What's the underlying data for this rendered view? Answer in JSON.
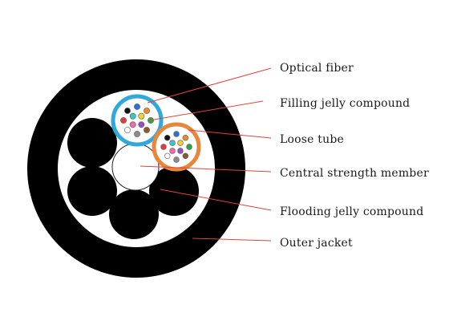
{
  "labels": {
    "optical_fiber": "Optical fiber",
    "filling_jelly": "Filling jelly compound",
    "loose_tube": "Loose tube",
    "central_member": "Central strength member",
    "flooding_jelly": "Flooding jelly compound",
    "outer_jacket": "Outer jacket"
  },
  "colors": {
    "jacket": "#000000",
    "leader_line": "#e0443a",
    "tube_blue": "#2fa8dc",
    "tube_orange": "#e8873a",
    "fiber_colors": [
      "#2f6fd6",
      "#f08a24",
      "#27a844",
      "#8a5a2b",
      "#8c8c8c",
      "#ffffff",
      "#e53935",
      "#111111",
      "#f2d22e",
      "#9b4fc4",
      "#f06aa8",
      "#39c6c6"
    ]
  }
}
